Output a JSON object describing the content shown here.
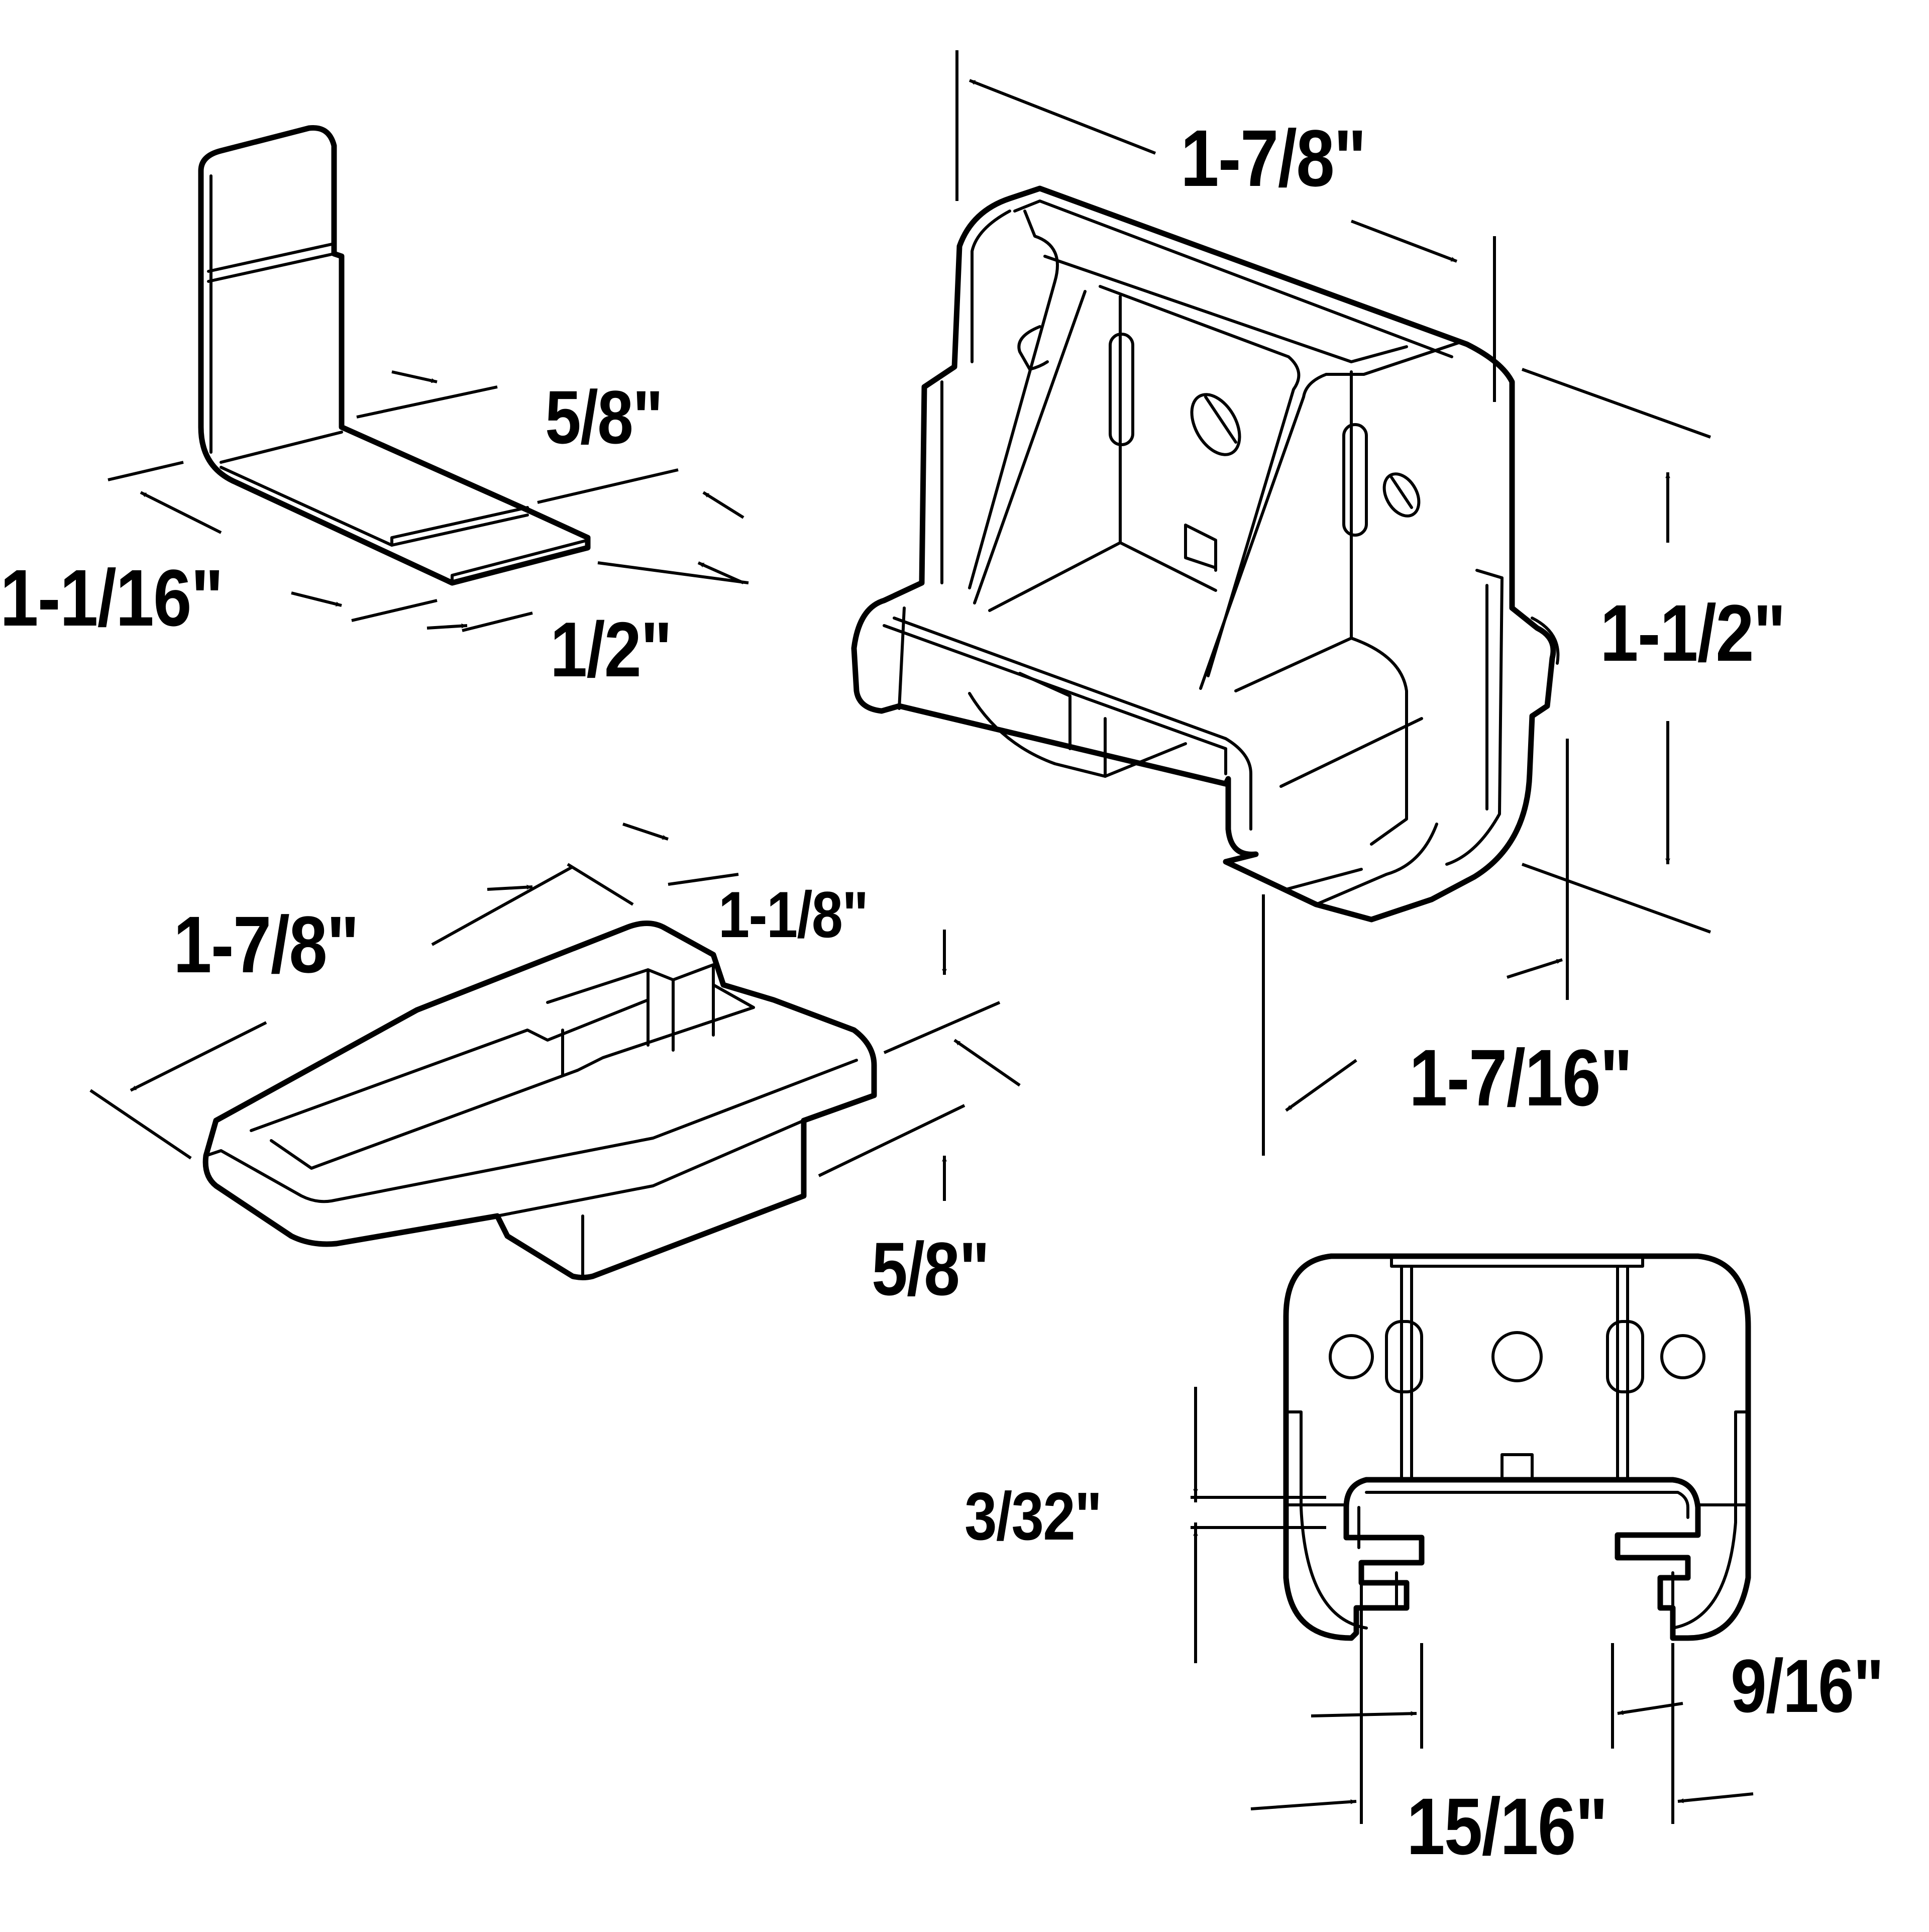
{
  "dimensions": {
    "bracket_height": "1-1/16\"",
    "bracket_depth": "5/8\"",
    "bracket_width": "1/2\"",
    "guide_length": "1-7/8\"",
    "guide_width": "1-1/8\"",
    "guide_height": "5/8\"",
    "roller_length": "1-7/8\"",
    "roller_height": "1-1/2\"",
    "roller_depth": "1-7/16\"",
    "front_gap": "3/32\"",
    "front_channel": "9/16\"",
    "front_width": "15/16\""
  },
  "colors": {
    "line": "#000000",
    "background": "#ffffff"
  }
}
